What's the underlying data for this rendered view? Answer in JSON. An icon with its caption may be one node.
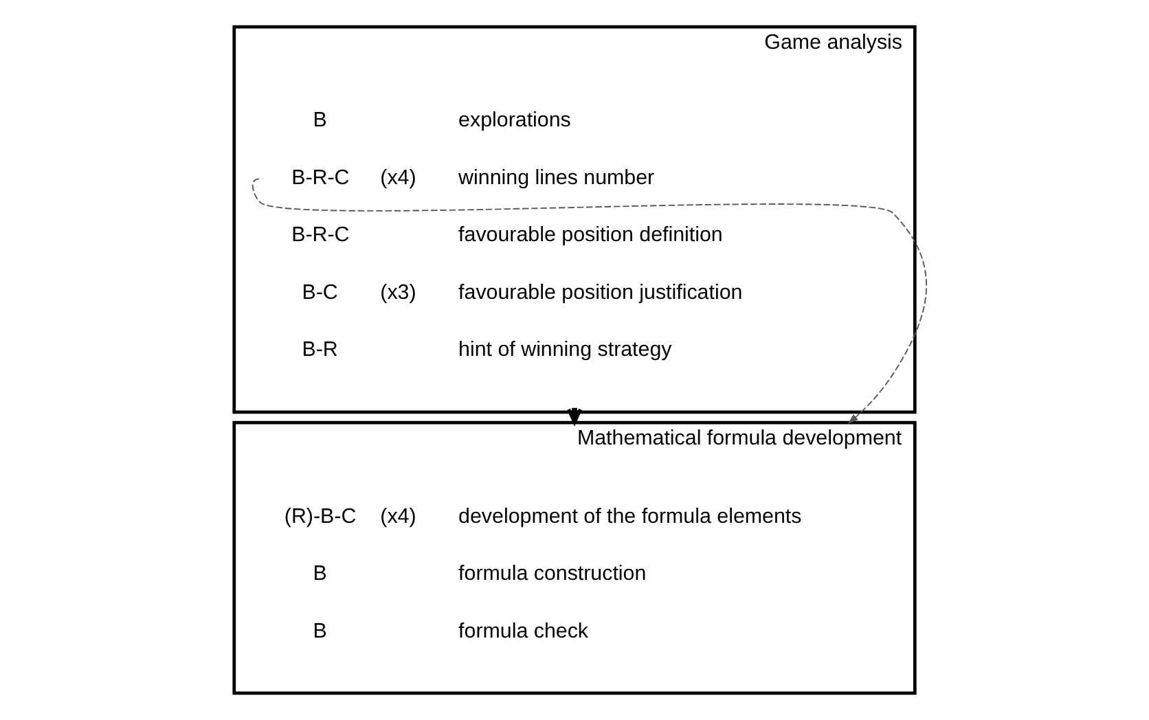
{
  "diagram": {
    "nodes": [
      {
        "text": [
          "Game analysis"
        ]
      },
      {
        "text": [
          "B",
          "explorations"
        ],
        "in": 0
      },
      {
        "text": [
          "B-R-C",
          "(x4)",
          "winning lines number"
        ],
        "in": 0
      },
      {
        "text": [
          "B-R-C",
          "favourable position definition"
        ],
        "in": 0
      },
      {
        "text": [
          "B-C",
          "(x3)",
          "favourable position justification"
        ],
        "in": 0
      },
      {
        "text": [
          "B-R",
          "hint of winning strategy"
        ],
        "in": 0
      },
      {
        "text": [
          "Mathematical formula development"
        ]
      },
      {
        "text": [
          "(R)-B-C",
          "(x4)",
          "development of the formula elements"
        ],
        "in": 6
      },
      {
        "text": [
          "B",
          "formula construction"
        ],
        "in": 6
      },
      {
        "text": [
          "B",
          "formula check"
        ],
        "in": 6
      }
    ],
    "edges": [
      {
        "from": 2,
        "to": 6,
        "arrow": "to",
        "style": "dashed",
        "color": "#595959"
      },
      {
        "from": 0,
        "to": 6,
        "arrow": "to",
        "style": "thick"
      }
    ]
  }
}
